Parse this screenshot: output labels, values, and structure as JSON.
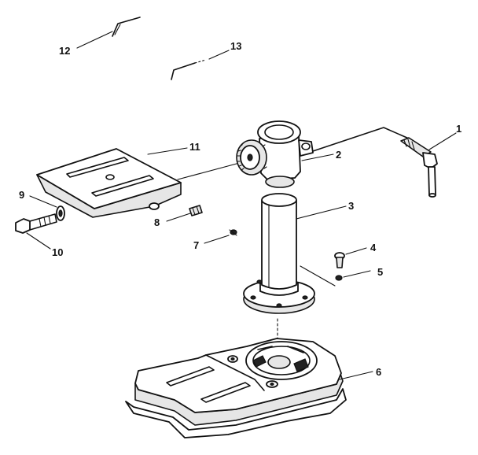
{
  "labels": {
    "p1": "1",
    "p2": "2",
    "p3": "3",
    "p4": "4",
    "p5": "5",
    "p6": "6",
    "p7": "7",
    "p8": "8",
    "p9": "9",
    "p10": "10",
    "p11": "11",
    "p12": "12",
    "p13": "13"
  },
  "colors": {
    "ink": "#111111",
    "paper": "#ffffff"
  }
}
